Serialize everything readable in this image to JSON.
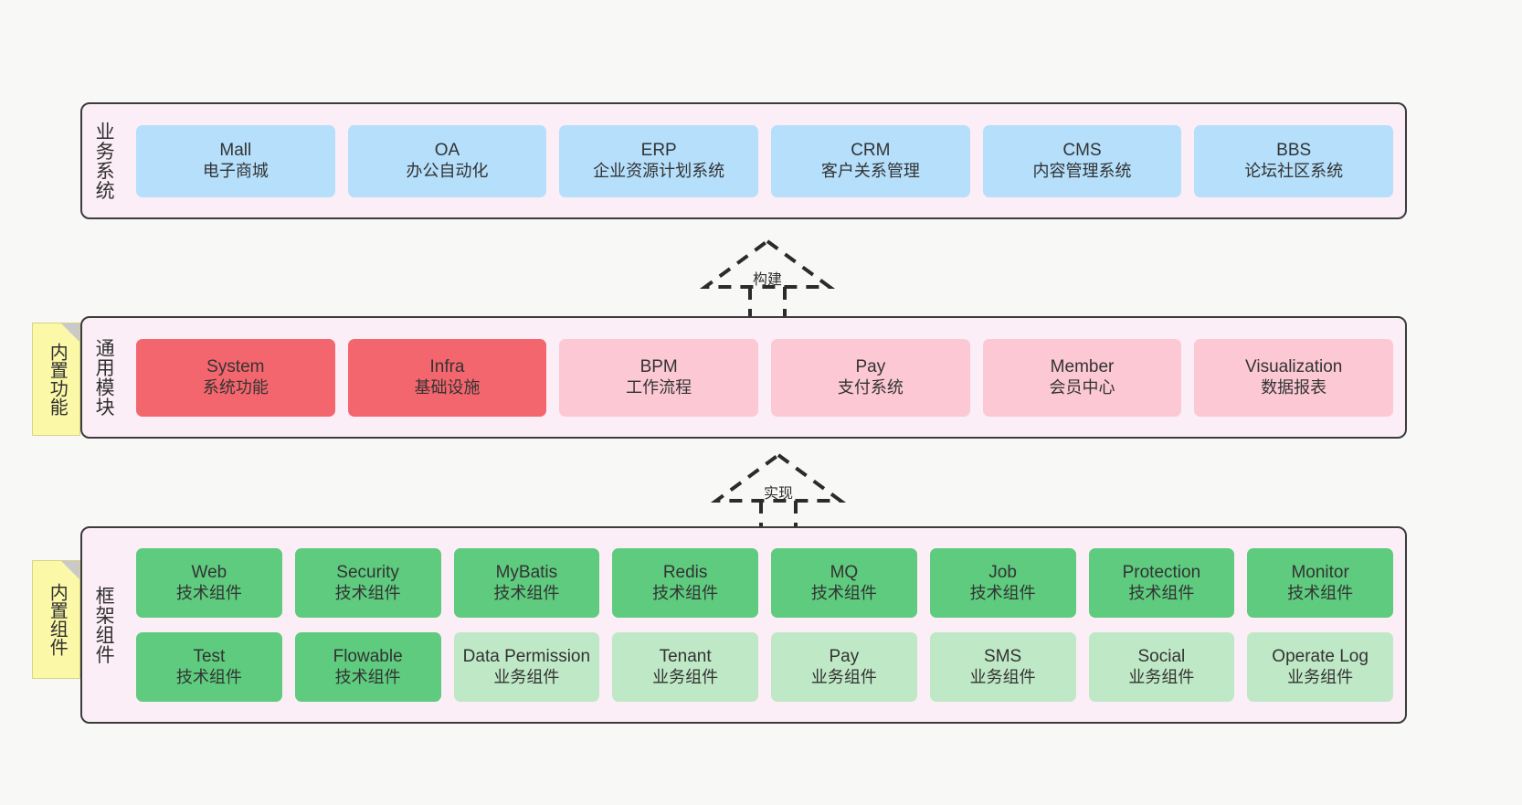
{
  "diagram": {
    "background": "#f8f8f7",
    "band_fill": "#fbeef6",
    "band_border": "#3c3c3c",
    "sticky_fill": "#fbf8a8"
  },
  "business_layer": {
    "label": "业务系统",
    "color": "#b5dffb",
    "items": [
      {
        "en": "Mall",
        "cn": "电子商城"
      },
      {
        "en": "OA",
        "cn": "办公自动化"
      },
      {
        "en": "ERP",
        "cn": "企业资源计划系统"
      },
      {
        "en": "CRM",
        "cn": "客户关系管理"
      },
      {
        "en": "CMS",
        "cn": "内容管理系统"
      },
      {
        "en": "BBS",
        "cn": "论坛社区系统"
      }
    ]
  },
  "arrow_build": {
    "label": "构建"
  },
  "common_layer": {
    "label": "通用模块",
    "sticky": "内置功能",
    "core_color": "#f4666e",
    "module_color": "#fbc8d4",
    "items": [
      {
        "en": "System",
        "cn": "系统功能",
        "kind": "core"
      },
      {
        "en": "Infra",
        "cn": "基础设施",
        "kind": "core"
      },
      {
        "en": "BPM",
        "cn": "工作流程",
        "kind": "mod"
      },
      {
        "en": "Pay",
        "cn": "支付系统",
        "kind": "mod"
      },
      {
        "en": "Member",
        "cn": "会员中心",
        "kind": "mod"
      },
      {
        "en": "Visualization",
        "cn": "数据报表",
        "kind": "mod"
      }
    ]
  },
  "arrow_realize": {
    "label": "实现"
  },
  "framework_layer": {
    "label": "框架组件",
    "sticky": "内置组件",
    "tech_color": "#5ecb7e",
    "business_color": "#bfe8c6",
    "row1": [
      {
        "en": "Web",
        "cn": "技术组件",
        "kind": "tech"
      },
      {
        "en": "Security",
        "cn": "技术组件",
        "kind": "tech"
      },
      {
        "en": "MyBatis",
        "cn": "技术组件",
        "kind": "tech"
      },
      {
        "en": "Redis",
        "cn": "技术组件",
        "kind": "tech"
      },
      {
        "en": "MQ",
        "cn": "技术组件",
        "kind": "tech"
      },
      {
        "en": "Job",
        "cn": "技术组件",
        "kind": "tech"
      },
      {
        "en": "Protection",
        "cn": "技术组件",
        "kind": "tech"
      },
      {
        "en": "Monitor",
        "cn": "技术组件",
        "kind": "tech"
      }
    ],
    "row2": [
      {
        "en": "Test",
        "cn": "技术组件",
        "kind": "tech"
      },
      {
        "en": "Flowable",
        "cn": "技术组件",
        "kind": "tech"
      },
      {
        "en": "Data Permission",
        "cn": "业务组件",
        "kind": "buscomp"
      },
      {
        "en": "Tenant",
        "cn": "业务组件",
        "kind": "buscomp"
      },
      {
        "en": "Pay",
        "cn": "业务组件",
        "kind": "buscomp"
      },
      {
        "en": "SMS",
        "cn": "业务组件",
        "kind": "buscomp"
      },
      {
        "en": "Social",
        "cn": "业务组件",
        "kind": "buscomp"
      },
      {
        "en": "Operate Log",
        "cn": "业务组件",
        "kind": "buscomp"
      }
    ]
  }
}
